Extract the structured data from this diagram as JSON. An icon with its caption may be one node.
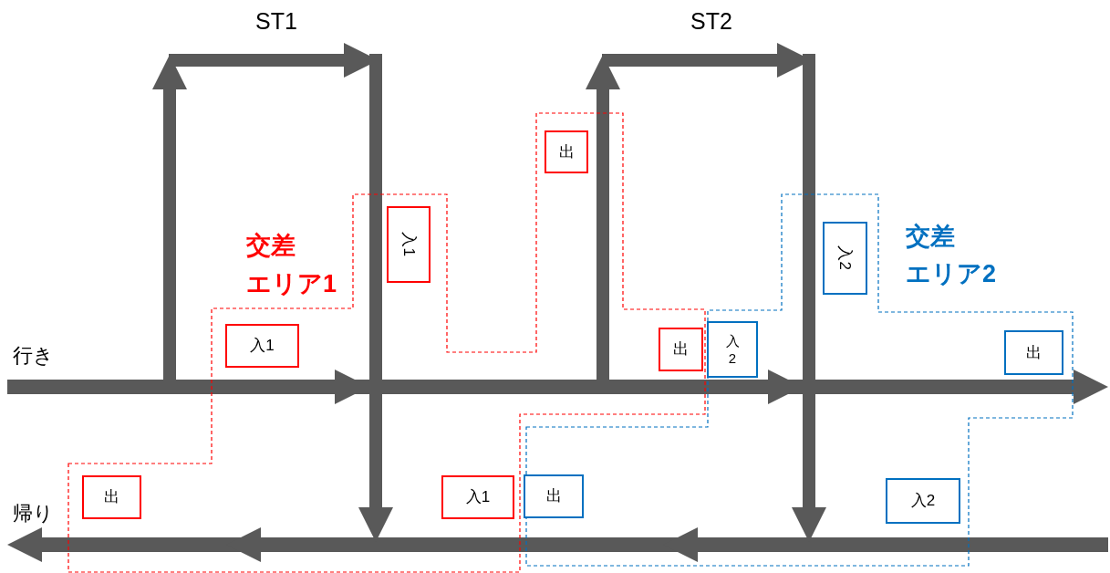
{
  "diagram": {
    "nodes": [
      {
        "text": [
          "出"
        ]
      },
      {
        "text": [
          "入1"
        ]
      },
      {
        "text": [
          "入2"
        ]
      },
      {
        "text": [
          "入1"
        ]
      },
      {
        "text": [
          "出"
        ]
      },
      {
        "text": [
          "入2"
        ]
      },
      {
        "text": [
          "出"
        ]
      },
      {
        "text": [
          "出"
        ]
      },
      {
        "text": [
          "入1"
        ]
      },
      {
        "text": [
          "出"
        ]
      },
      {
        "text": [
          "入2"
        ]
      }
    ],
    "edges": [],
    "labels": [
      "ST1",
      "ST2",
      "交差",
      "エリア1",
      "交差",
      "エリア2",
      "行き",
      "帰り"
    ]
  }
}
